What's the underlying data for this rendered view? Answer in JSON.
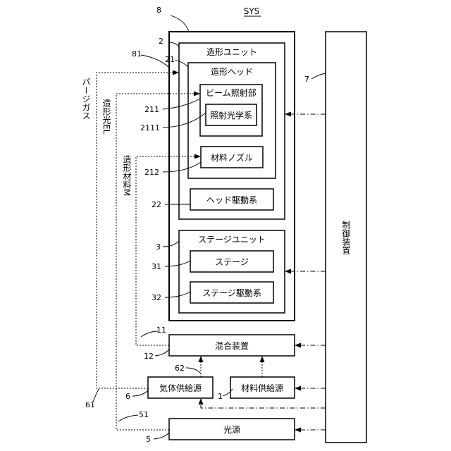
{
  "title": "SYS",
  "refs": {
    "r8": "8",
    "r2": "2",
    "r81": "81",
    "r21": "21",
    "r7": "7",
    "r211": "211",
    "r2111": "2111",
    "r212": "212",
    "r22": "22",
    "r3": "3",
    "r31": "31",
    "r32": "32",
    "r11": "11",
    "r12": "12",
    "r62": "62",
    "r1": "1",
    "r6": "6",
    "r61": "61",
    "r51": "51",
    "r5": "5"
  },
  "boxes": {
    "shaping_unit": "造形ユニット",
    "shaping_head": "造形ヘッド",
    "beam_irradiation": "ビーム照射部",
    "irradiation_optics": "照射光学系",
    "material_nozzle": "材料ノズル",
    "head_drive": "ヘッド駆動系",
    "stage_unit": "ステージユニット",
    "stage": "ステージ",
    "stage_drive": "ステージ駆動系",
    "mixing_device": "混合装置",
    "gas_supply": "気体供給源",
    "material_supply": "材料供給源",
    "light_source": "光源",
    "controller": "制御装置"
  },
  "flows": {
    "purge_gas": "パージガス",
    "shaping_light": "造形光EL",
    "shaping_material": "造形材料M"
  }
}
